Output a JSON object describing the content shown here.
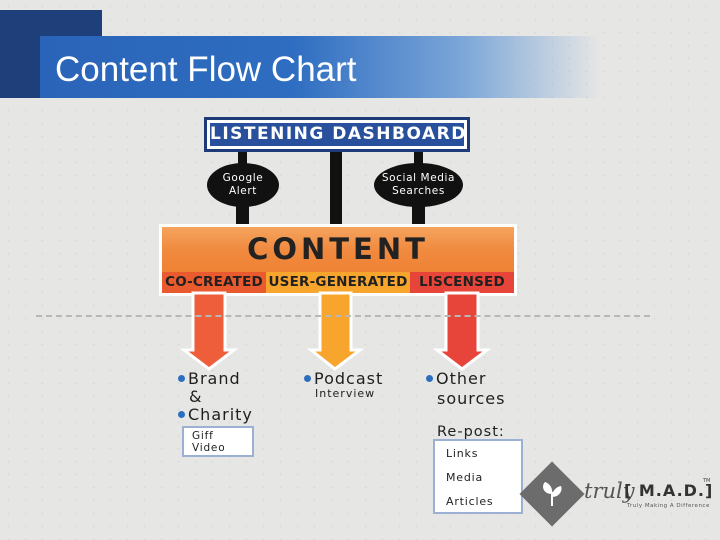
{
  "slide": {
    "title": "Content Flow Chart"
  },
  "diagram": {
    "dashboard_label": "LISTENING DASHBOARD",
    "inputs": [
      {
        "line1": "Google",
        "line2": "Alert"
      },
      {
        "line1": "Social Media",
        "line2": "Searches"
      }
    ],
    "content_label": "CONTENT",
    "segments": [
      {
        "label": "CO-CREATED",
        "color": "#e95a2e"
      },
      {
        "label": "USER-GENERATED",
        "color": "#f7a52d"
      },
      {
        "label": "LISCENSED",
        "color": "#e8453a"
      }
    ],
    "outputs": {
      "brand": {
        "line1": "Brand",
        "line2": "&",
        "line3": "Charity",
        "box_lines": [
          "Giff",
          "Video"
        ]
      },
      "podcast": {
        "label": "Podcast",
        "sub": "Interview"
      },
      "other": {
        "line1": "Other",
        "line2": "sources",
        "repost_label": "Re-post:",
        "box_lines": [
          "Links",
          "Media",
          "Articles"
        ]
      }
    }
  },
  "logo": {
    "script": "truly",
    "name": "[ M.A.D.]",
    "tm": "TM",
    "tagline": "Truly Making A Difference"
  },
  "colors": {
    "accent_blue": "#2a64b8",
    "dark_blue": "#1d3b78",
    "bullet_blue": "#2d6fbf",
    "orange": "#ee7a2b"
  }
}
